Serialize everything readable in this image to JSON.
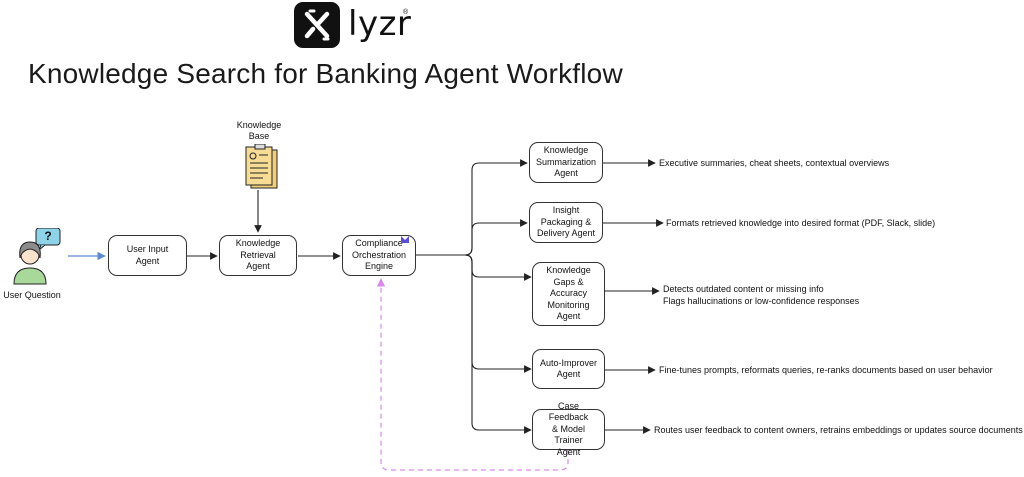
{
  "brand": {
    "name": "lyzr",
    "reg_mark": "®"
  },
  "title": "Knowledge Search for Banking Agent Workflow",
  "user": {
    "label": "User Question",
    "speech": "?"
  },
  "knowledge_base": {
    "label": "Knowledge\nBase"
  },
  "agents": {
    "user_input": "User Input\nAgent",
    "retrieval": "Knowledge\nRetrieval\nAgent",
    "compliance": "Compliance\nOrchestration\nEngine",
    "summarization": "Knowledge\nSummarization\nAgent",
    "insight": "Insight\nPackaging &\nDelivery Agent",
    "gaps": "Knowledge\nGaps &\nAccuracy\nMonitoring\nAgent",
    "improver": "Auto-Improver\nAgent",
    "feedback": "Case Feedback\n& Model  Trainer\nAgent"
  },
  "outputs": {
    "summarization": "Executive summaries, cheat sheets, contextual overviews",
    "insight": "Formats retrieved knowledge into desired format (PDF, Slack, slide)",
    "gaps": "Detects outdated content or missing info\nFlags hallucinations or low-confidence responses",
    "improver": "Fine-tunes prompts, reformats queries, re-ranks documents based on user behavior",
    "feedback": "Routes user feedback to content owners, retrains embeddings or  updates source documents"
  },
  "colors": {
    "input_arrow": "#5b8bd0",
    "feedback_loop": "#d98ae8",
    "edge": "#222222",
    "user_shirt": "#a8d89a",
    "speech_bubble": "#8fd3e8",
    "kb_doc": "#f2cf7a"
  },
  "icons": [
    "lyzr-logo-icon",
    "user-question-icon",
    "knowledge-base-document-icon",
    "engine-badge-icon"
  ]
}
